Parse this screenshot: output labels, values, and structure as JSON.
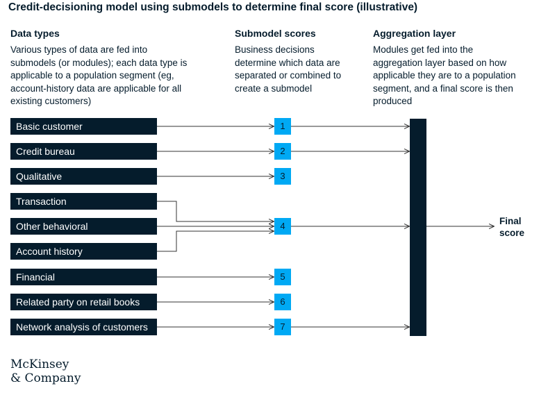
{
  "title": "Credit-decisioning model using submodels to determine final score (illustrative)",
  "columns": {
    "data_types": {
      "heading": "Data types",
      "description": "Various types of data are fed into submodels (or modules); each data type is applicable to a population segment (eg, account-history data are applicable for all existing customers)"
    },
    "submodel_scores": {
      "heading": "Submodel scores",
      "description": "Business decisions determine which data are separated or combined to create a submodel"
    },
    "aggregation_layer": {
      "heading": "Aggregation layer",
      "description": "Modules get fed into the aggregation layer based on how applicable they are to a population segment, and a final score is then produced"
    }
  },
  "data_types": [
    "Basic customer",
    "Credit bureau",
    "Qualitative",
    "Transaction",
    "Other behavioral",
    "Account history",
    "Financial",
    "Related party on retail books",
    "Network analysis of customers"
  ],
  "submodels": [
    "1",
    "2",
    "3",
    "4",
    "5",
    "6",
    "7"
  ],
  "connections": [
    {
      "from": "Basic customer",
      "to": "1"
    },
    {
      "from": "Credit bureau",
      "to": "2"
    },
    {
      "from": "Qualitative",
      "to": "3"
    },
    {
      "from": "Transaction",
      "to": "4"
    },
    {
      "from": "Other behavioral",
      "to": "4"
    },
    {
      "from": "Account history",
      "to": "4"
    },
    {
      "from": "Financial",
      "to": "5"
    },
    {
      "from": "Related party on retail books",
      "to": "6"
    },
    {
      "from": "Network analysis of customers",
      "to": "7"
    }
  ],
  "aggregated_submodels": [
    "1",
    "2",
    "4",
    "7"
  ],
  "output": {
    "label_line1": "Final",
    "label_line2": "score"
  },
  "logo": {
    "line1": "McKinsey",
    "line2": "& Company"
  },
  "colors": {
    "navy": "#051c2c",
    "accent_blue": "#00a9f4",
    "line": "#333333"
  }
}
